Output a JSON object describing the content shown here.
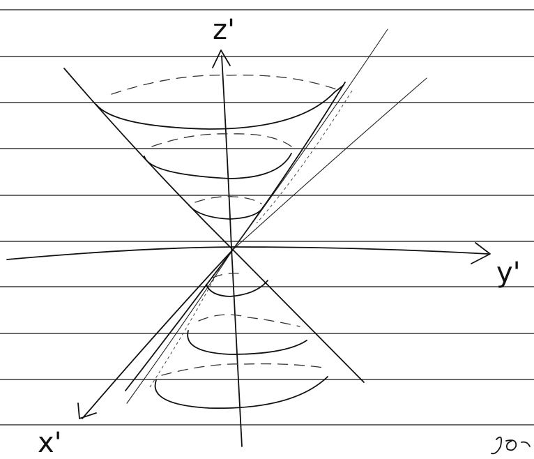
{
  "axes": {
    "z_label": "z'",
    "y_label": "y'",
    "x_label": "x'"
  },
  "page": {
    "ruled_lines": 10,
    "paper_color": "#ffffff",
    "ink_color": "#111111"
  },
  "signature": {
    "text": "Jo"
  }
}
